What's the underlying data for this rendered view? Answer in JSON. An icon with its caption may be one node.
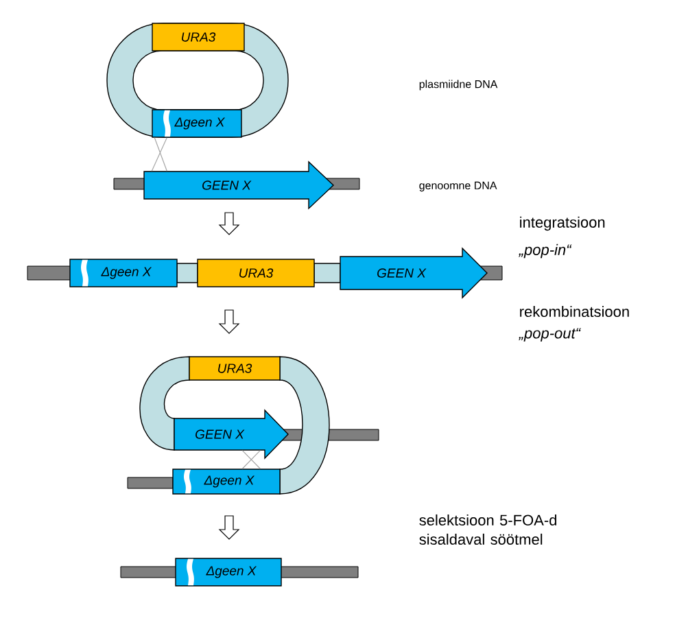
{
  "diagram": {
    "nodes": [
      {
        "text": [
          "URA3"
        ]
      },
      {
        "text": [
          "Δgeen X"
        ]
      },
      {
        "text": [
          "GEEN X"
        ]
      },
      {
        "text": [
          "Δgeen X"
        ]
      },
      {
        "text": [
          "URA3"
        ]
      },
      {
        "text": [
          "GEEN X"
        ]
      },
      {
        "text": [
          "URA3"
        ]
      },
      {
        "text": [
          "GEEN X"
        ]
      },
      {
        "text": [
          "Δgeen X"
        ]
      },
      {
        "text": [
          "Δgeen X"
        ]
      }
    ],
    "edges": [
      {
        "from": 1,
        "to": 2,
        "arrow": "none",
        "color": "#a6a6a6"
      },
      {
        "from": 8,
        "to": 7,
        "arrow": "none",
        "color": "#a6a6a6"
      },
      {
        "from": 2,
        "to": 4,
        "arrow": "to"
      },
      {
        "from": 4,
        "to": 6,
        "arrow": "to"
      },
      {
        "from": 8,
        "to": 9,
        "arrow": "to"
      }
    ],
    "labels": [
      "plasmiidne DNA",
      "genoomne DNA",
      "integratsioon",
      "„pop-in“",
      "rekombinatsioon",
      "„pop-out“",
      "selektsioon 5-FOA-d sisaldaval söötmel"
    ]
  }
}
